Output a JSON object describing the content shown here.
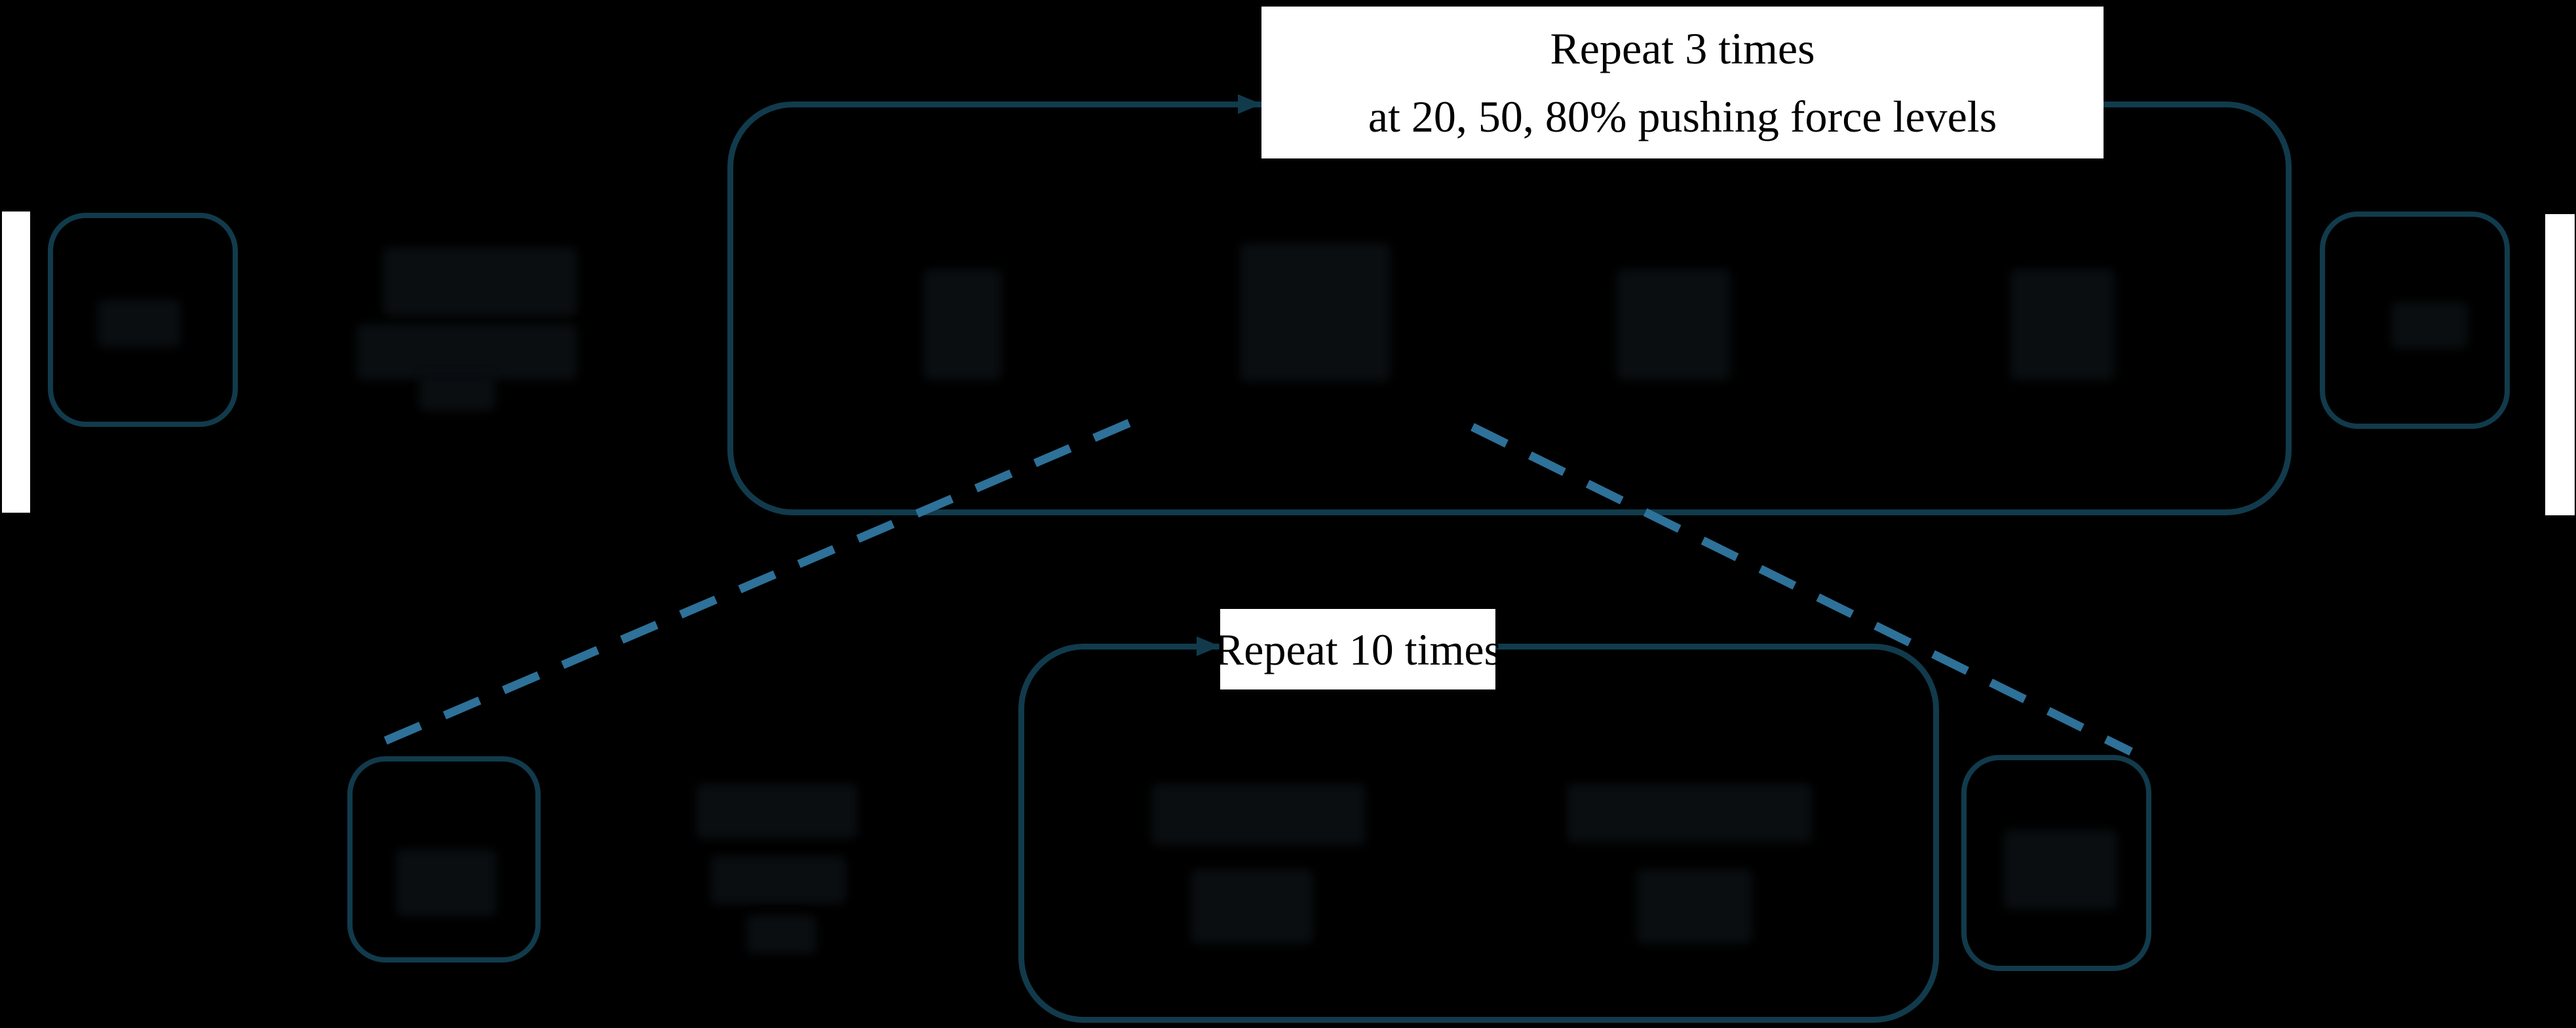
{
  "diagram": {
    "title_hint": "experiment procedure flowchart",
    "labels": {
      "repeat3_line1": "Repeat 3 times",
      "repeat3_line2": "at 20, 50, 80% pushing force levels",
      "repeat10": "Repeat 10 times"
    },
    "colors": {
      "background": "#000000",
      "box_border": "#113b4c",
      "dashed_line": "#2e7199",
      "label_background": "#ffffff",
      "label_text": "#000000"
    },
    "nodes": [
      {
        "name": "start-terminal-bar",
        "type": "terminal"
      },
      {
        "name": "step-box-left",
        "type": "step",
        "text": ""
      },
      {
        "name": "main-loop-box",
        "type": "loop-container",
        "text": ""
      },
      {
        "name": "step-box-right",
        "type": "step",
        "text": ""
      },
      {
        "name": "end-terminal-bar",
        "type": "terminal"
      },
      {
        "name": "sub-loop-box",
        "type": "loop-container",
        "text": ""
      },
      {
        "name": "sub-step-box-left",
        "type": "step",
        "text": ""
      },
      {
        "name": "sub-step-box-right",
        "type": "step",
        "text": ""
      }
    ],
    "connectors": [
      {
        "name": "loop-arrowhead-top",
        "type": "arrowhead",
        "direction": "right"
      },
      {
        "name": "loop-arrowhead-bottom",
        "type": "arrowhead",
        "direction": "right"
      },
      {
        "name": "zoom-guide-left",
        "type": "dashed-line"
      },
      {
        "name": "zoom-guide-right",
        "type": "dashed-line"
      }
    ],
    "note": "All other node text is black-on-black (illegible smudges only)"
  }
}
